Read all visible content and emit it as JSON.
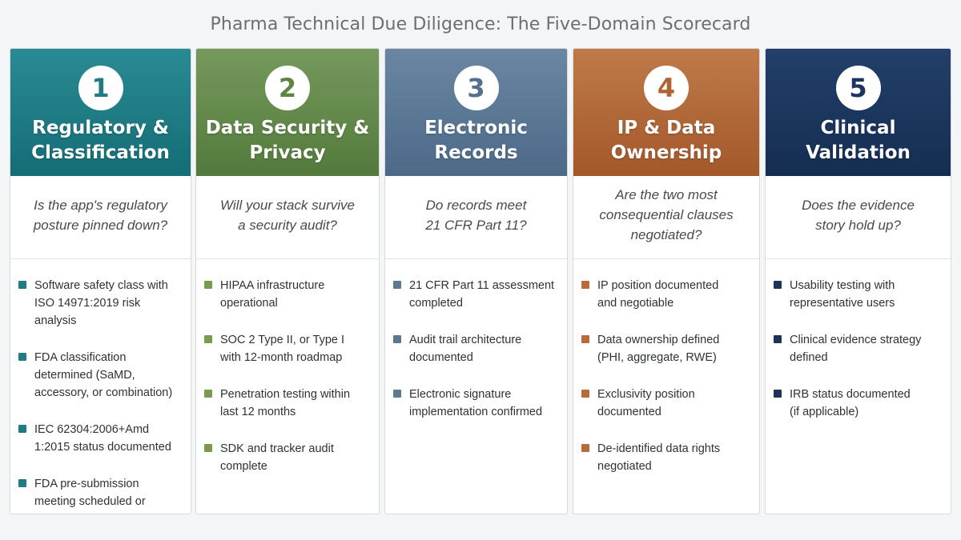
{
  "title": "Pharma Technical Due Diligence: The Five-Domain Scorecard",
  "cards": [
    {
      "number": "1",
      "heading": "Regulatory &\nClassification",
      "question": "Is the app's regulatory\nposture pinned down?",
      "colors": {
        "head_top": "#2a8a93",
        "head_bottom": "#156d76",
        "number": "#1f7c86",
        "bullet": "#1f7c86"
      },
      "items": [
        "Software safety class with\nISO 14971:2019 risk analysis",
        "FDA classification\ndetermined (SaMD,\naccessory, or combination)",
        "IEC 62304:2006+Amd\n1:2015 status documented",
        "FDA pre-submission\nmeeting scheduled or\ncompleted (if SaMD)"
      ]
    },
    {
      "number": "2",
      "heading": "Data Security &\nPrivacy",
      "question": "Will your stack survive\na security audit?",
      "colors": {
        "head_top": "#76995c",
        "head_bottom": "#537a3c",
        "number": "#5e8444",
        "bullet": "#7a9a4e"
      },
      "items": [
        "HIPAA infrastructure\noperational",
        "SOC 2 Type II, or Type I\nwith 12-month roadmap",
        "Penetration testing within\nlast 12 months",
        "SDK and tracker audit\ncomplete"
      ]
    },
    {
      "number": "3",
      "heading": "Electronic\nRecords",
      "question": "Do records meet\n21 CFR Part 11?",
      "colors": {
        "head_top": "#6a86a2",
        "head_bottom": "#4c6a88",
        "number": "#536f8c",
        "bullet": "#5d7893"
      },
      "items": [
        "21 CFR Part 11 assessment\ncompleted",
        "Audit trail architecture\ndocumented",
        "Electronic signature\nimplementation confirmed"
      ]
    },
    {
      "number": "4",
      "heading": "IP & Data\nOwnership",
      "question": "Are the two most\nconsequential clauses\nnegotiated?",
      "colors": {
        "head_top": "#bf7a4a",
        "head_bottom": "#a4582a",
        "number": "#ae6532",
        "bullet": "#b86a3a"
      },
      "items": [
        "IP position documented\nand negotiable",
        "Data ownership defined\n(PHI, aggregate, RWE)",
        "Exclusivity position\ndocumented",
        "De-identified data rights\nnegotiated"
      ]
    },
    {
      "number": "5",
      "heading": "Clinical\nValidation",
      "question": "Does the evidence\nstory hold up?",
      "colors": {
        "head_top": "#23406a",
        "head_bottom": "#142d52",
        "number": "#1b3560",
        "bullet": "#1d3459"
      },
      "items": [
        "Usability testing with\nrepresentative users",
        "Clinical evidence strategy\ndefined",
        "IRB status documented\n(if applicable)"
      ]
    }
  ]
}
